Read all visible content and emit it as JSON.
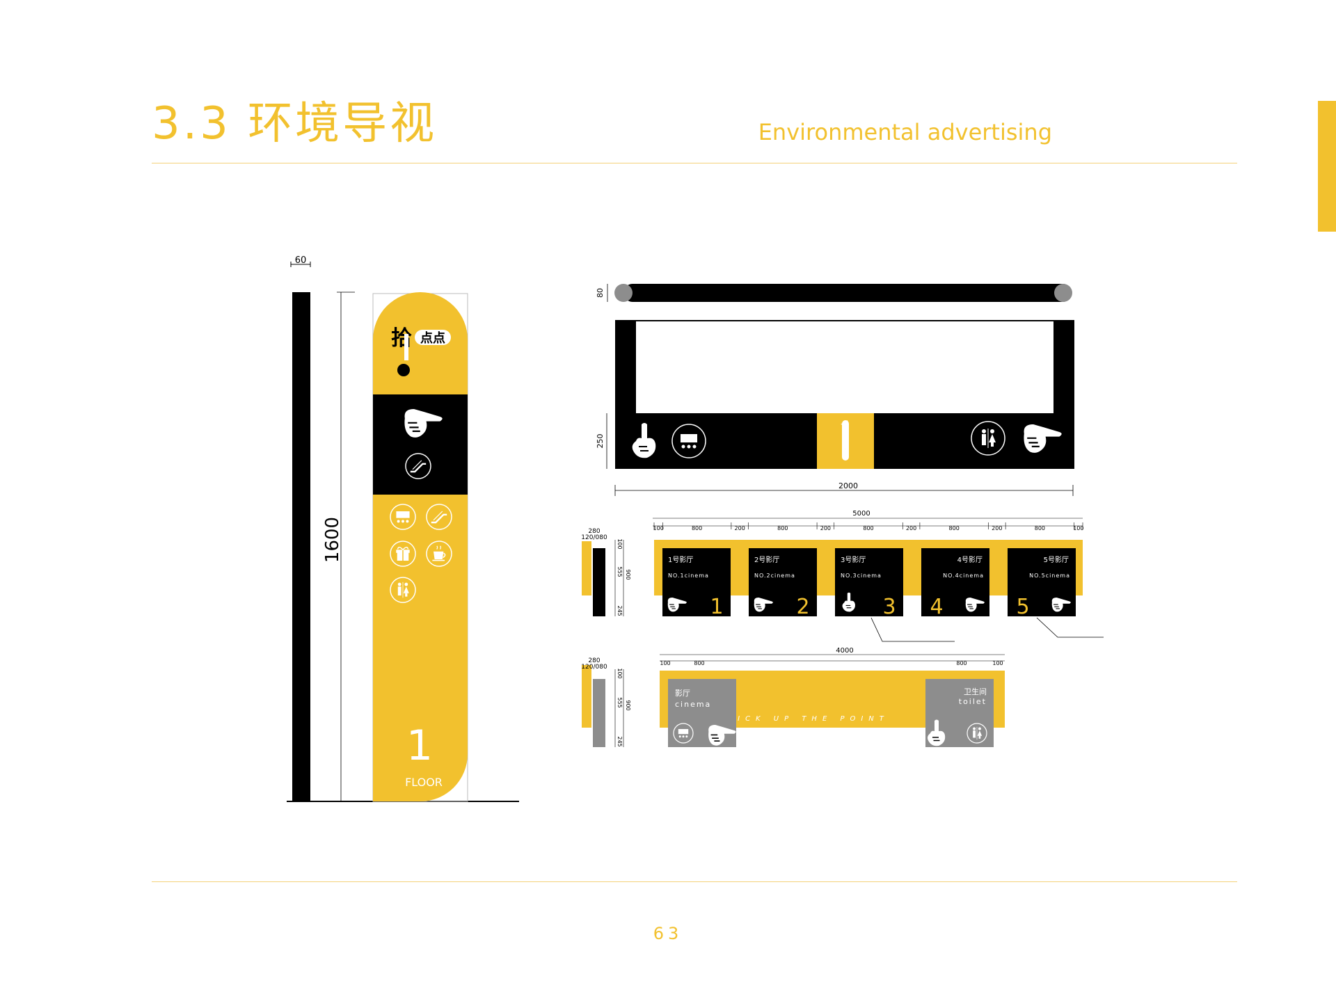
{
  "header": {
    "title": "3.3 环境导视",
    "subtitle": "Environmental advertising"
  },
  "footer": {
    "page_number": "63"
  },
  "colors": {
    "brand_yellow": "#f2c12e",
    "black": "#000000",
    "grey_panel": "#8d8d8d"
  },
  "totem": {
    "dim_top": "60",
    "dim_height": "1600",
    "floor_number": "1",
    "floor_label": "FLOOR",
    "icons": [
      "pointing-hand-icon",
      "escalator-icon",
      "cinema-icon",
      "escalator-icon",
      "gift-icon",
      "coffee-icon",
      "toilet-icon"
    ]
  },
  "hanging_sign": {
    "dim_rod": "80",
    "dim_panel": "250",
    "dim_width": "2000",
    "center_number": "1",
    "icons": [
      "pointing-hand-up-icon",
      "cinema-icon",
      "toilet-icon",
      "pointing-hand-icon"
    ]
  },
  "cinema_board": {
    "dim_total": "5000",
    "dim_segments": [
      "100",
      "800",
      "200",
      "800",
      "200",
      "800",
      "200",
      "800",
      "200",
      "800",
      "100"
    ],
    "side_dims": {
      "depth": "280",
      "thick": "120/080",
      "top": "100",
      "mid": "555",
      "height": "900",
      "bottom": "245"
    },
    "halls": [
      {
        "cn": "1号影厅",
        "en": "NO.1cinema",
        "num": "1"
      },
      {
        "cn": "2号影厅",
        "en": "NO.2cinema",
        "num": "2"
      },
      {
        "cn": "3号影厅",
        "en": "NO.3cinema",
        "num": "3"
      },
      {
        "cn": "4号影厅",
        "en": "NO.4cinema",
        "num": "4"
      },
      {
        "cn": "5号影厅",
        "en": "NO.5cinema",
        "num": "5"
      }
    ]
  },
  "direction_board": {
    "dim_total": "4000",
    "dim_segments": [
      "100",
      "800",
      "800",
      "100"
    ],
    "side_dims": {
      "depth": "280",
      "thick": "120/080",
      "top": "100",
      "mid": "555",
      "height": "900",
      "bottom": "245"
    },
    "left_panel": {
      "cn": "影厅",
      "en": "cinema"
    },
    "right_panel": {
      "cn": "卫生间",
      "en": "toilet"
    },
    "slogan": "PICK UP THE POINT"
  }
}
